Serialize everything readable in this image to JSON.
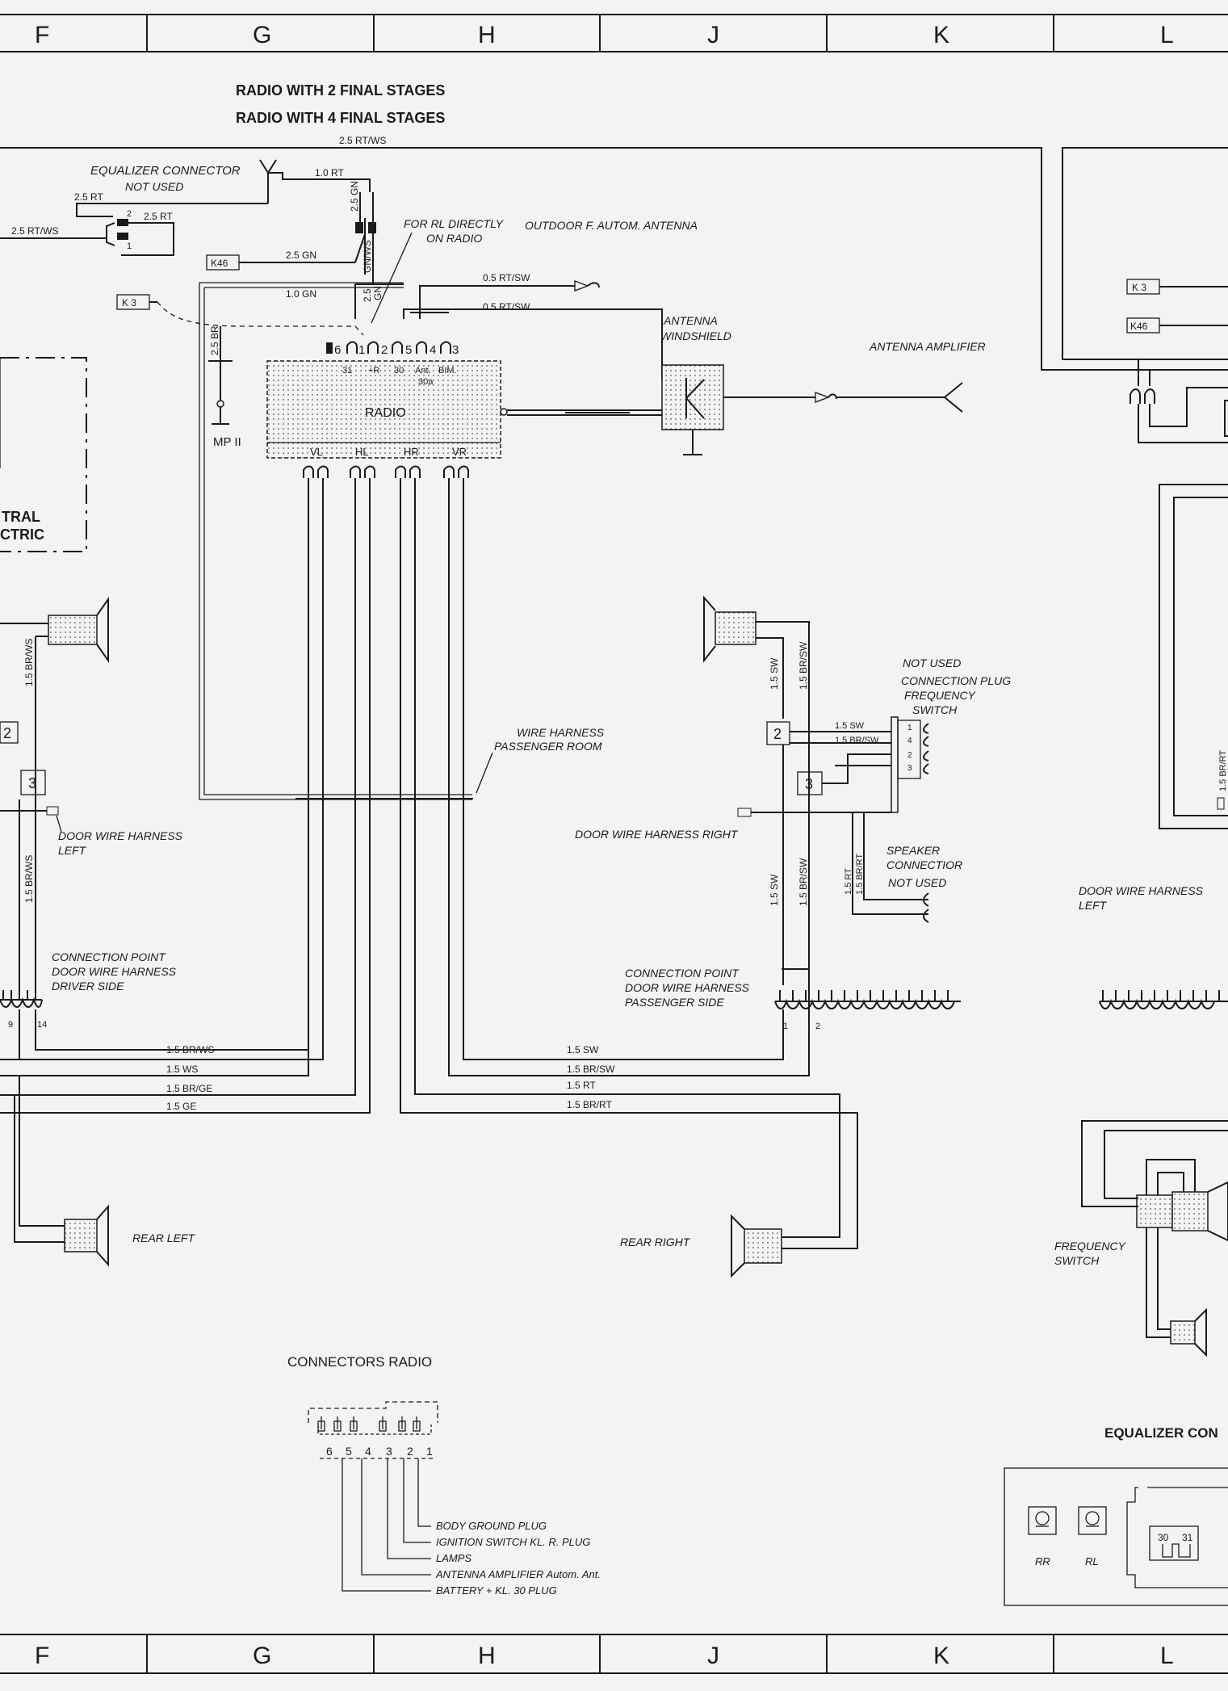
{
  "grid": {
    "columns": [
      "F",
      "G",
      "H",
      "J",
      "K",
      "L"
    ]
  },
  "titles": {
    "radio_2": "RADIO WITH 2 FINAL STAGES",
    "radio_4": "RADIO WITH 4 FINAL STAGES",
    "connectors_radio": "CONNECTORS RADIO",
    "equalizer_con": "EQUALIZER CON"
  },
  "labels": {
    "equalizer_connector": "EQUALIZER CONNECTOR",
    "not_used_1": "NOT USED",
    "for_rl_1": "FOR RL DIRECTLY",
    "for_rl_2": "ON RADIO",
    "outdoor_antenna": "OUTDOOR F. AUTOM. ANTENNA",
    "antenna_1": "ANTENNA",
    "antenna_2": "WINDSHIELD",
    "antenna_amplifier": "ANTENNA AMPLIFIER",
    "mp": "MP II",
    "radio": "RADIO",
    "central_1": "TRAL",
    "central_2": "CTRIC",
    "not_used_2": "NOT USED",
    "conn_plug_1": "CONNECTION PLUG",
    "conn_plug_2": "FREQUENCY",
    "conn_plug_3": "SWITCH",
    "wire_harness_1": "WIRE HARNESS",
    "wire_harness_2": "PASSENGER ROOM",
    "door_left_1": "DOOR WIRE HARNESS",
    "door_left_2": "LEFT",
    "door_right": "DOOR WIRE HARNESS RIGHT",
    "speaker_1": "SPEAKER",
    "speaker_2": "CONNECTIOR",
    "not_used_3": "NOT USED",
    "door_left_r1": "DOOR WIRE HARNESS",
    "door_left_r2": "LEFT",
    "cp_driver_1": "CONNECTION POINT",
    "cp_driver_2": "DOOR WIRE HARNESS",
    "cp_driver_3": "DRIVER SIDE",
    "cp_pass_1": "CONNECTION POINT",
    "cp_pass_2": "DOOR WIRE HARNESS",
    "cp_pass_3": "PASSENGER SIDE",
    "rear_left": "REAR LEFT",
    "rear_right": "REAR RIGHT",
    "freq_1": "FREQUENCY",
    "freq_2": "SWITCH",
    "rr": "RR",
    "rl": "RL",
    "eq_30": "30",
    "eq_31": "31"
  },
  "legend": [
    "BODY GROUND PLUG",
    "IGNITION SWITCH KL. R. PLUG",
    "LAMPS",
    "ANTENNA AMPLIFIER Autom. Ant.",
    "BATTERY + KL. 30 PLUG"
  ],
  "connector_pins": [
    "6",
    "5",
    "4",
    "3",
    "2",
    "1"
  ],
  "radio_pins_top": [
    "6",
    "1",
    "2",
    "5",
    "4",
    "3"
  ],
  "radio_pin_names": [
    "31",
    "+R",
    "30",
    "Ant.",
    "BIM.",
    "30a"
  ],
  "radio_outputs": [
    "VL",
    "HL",
    "HR",
    "VR"
  ],
  "refs": {
    "k46": "K46",
    "k3": "K 3",
    "box2": "2",
    "box3": "3",
    "pin1": "1",
    "pin2": "2",
    "pin9": "9",
    "pin14": "14"
  },
  "wires": {
    "rt_ws_25": "2.5 RT/WS",
    "rt_10": "1.0 RT",
    "rt_25": "2.5 RT",
    "gn_25": "2.5 GN",
    "gnws": "GN/WS",
    "gn_10": "1.0 GN",
    "br_25": "2.5 BR",
    "rt_sw_05": "0.5 RT/SW",
    "sw_15": "1.5 SW",
    "br_sw_15": "1.5 BR/SW",
    "br_ws_15": "1.5 BR/WS",
    "ws_15": "1.5 WS",
    "br_ge_15": "1.5 BR/GE",
    "ge_15": "1.5 GE",
    "rt_15": "1.5 RT",
    "br_rt_15": "1.5 BR/RT",
    "v25": "2.5",
    "gn": "GN"
  },
  "freq_pins": [
    "1",
    "4",
    "2",
    "3"
  ]
}
